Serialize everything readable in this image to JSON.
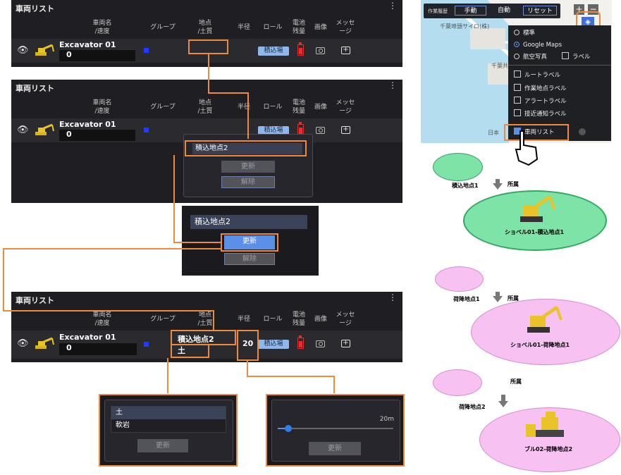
{
  "panel": {
    "title": "車両リスト",
    "menu_icon": "⋮",
    "columns": {
      "name": "車両名\n/速度",
      "group": "グループ",
      "location": "地点\n/土質",
      "radius": "半径",
      "role": "ロール",
      "battery": "電池\n残量",
      "image": "画像",
      "message": "メッセ\nージ"
    }
  },
  "vehicle": {
    "name": "Excavator 01",
    "speed": "0",
    "role": "積込場",
    "eye_icon": "eye-icon",
    "msg_icon": "+"
  },
  "popup1": {
    "value": "積込地点2",
    "update": "更新",
    "release": "解除"
  },
  "popup2": {
    "value": "積込地点2",
    "update": "更新",
    "release": "解除"
  },
  "final_row": {
    "location": "積込地点2",
    "soil": "土",
    "radius": "20"
  },
  "soil_popup": {
    "options": [
      "土",
      "軟岩"
    ],
    "update": "更新"
  },
  "radius_popup": {
    "value_label": "20m",
    "update": "更新"
  },
  "map": {
    "history_label": "作業履歴",
    "mode_manual": "手動",
    "mode_auto": "自動",
    "reset": "リセット",
    "zoom_in": "+",
    "zoom_out": "−",
    "place1": "千葉埠頭サイロ(株)",
    "place2": "千葉共",
    "place3": "日本",
    "layer_options": [
      "標準",
      "Google Maps",
      "航空写真"
    ],
    "label_toggle": "ラベル",
    "checkboxes": [
      "ルートラベル",
      "作業地点ラベル",
      "アラートラベル",
      "接近通知ラベル",
      "車両リスト"
    ]
  },
  "diagrams": {
    "d1_point": "積込地点1",
    "d1_assoc": "所属",
    "d1_result": "ショベル01-積込地点1",
    "d2_point": "荷降地点1",
    "d2_assoc": "所属",
    "d2_result": "ショベル01-荷降地点1",
    "d3_point": "荷降地点2",
    "d3_assoc": "所属",
    "d3_result": "ブル02-荷降地点2"
  },
  "colors": {
    "accent": "#ee8a3a",
    "panel_bg": "#1f1f23",
    "green_zone": "#7ee3a6",
    "pink_zone": "#f7c2f2",
    "role_badge": "#8fb7ec"
  }
}
